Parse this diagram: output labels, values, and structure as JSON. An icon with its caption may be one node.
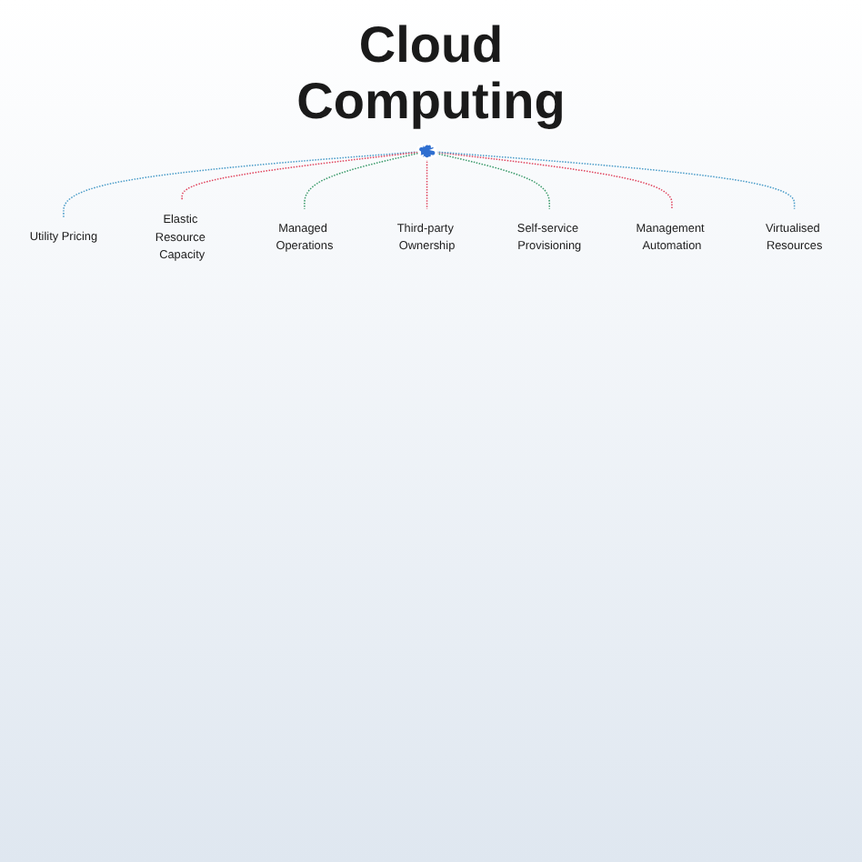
{
  "diagram": {
    "title": "Cloud Computing",
    "nodes": [
      {
        "text": [],
        "shape": "cloud"
      },
      {
        "text": [
          "Utility Pricing"
        ]
      },
      {
        "text": [
          "Elastic Resource Capacity"
        ]
      },
      {
        "text": [
          "Managed Operations"
        ]
      },
      {
        "text": [
          "Third-party Ownership"
        ]
      },
      {
        "text": [
          "Self-service Provisioning"
        ]
      },
      {
        "text": [
          "Management Automation"
        ]
      },
      {
        "text": [
          "Virtualised Resources"
        ]
      }
    ],
    "edges": [
      {
        "from": 0,
        "to": 1,
        "arrow": "none",
        "style": "dashed",
        "color": "#4a9cc8"
      },
      {
        "from": 0,
        "to": 2,
        "arrow": "none",
        "style": "dashed",
        "color": "#e0455e"
      },
      {
        "from": 0,
        "to": 3,
        "arrow": "none",
        "style": "dashed",
        "color": "#3a9a6a"
      },
      {
        "from": 0,
        "to": 4,
        "arrow": "none",
        "style": "dashed",
        "color": "#e0455e"
      },
      {
        "from": 0,
        "to": 5,
        "arrow": "none",
        "style": "dashed",
        "color": "#3a9a6a"
      },
      {
        "from": 0,
        "to": 6,
        "arrow": "none",
        "style": "dashed",
        "color": "#e0455e"
      },
      {
        "from": 0,
        "to": 7,
        "arrow": "none",
        "style": "dashed",
        "color": "#4a9cc8"
      }
    ]
  }
}
